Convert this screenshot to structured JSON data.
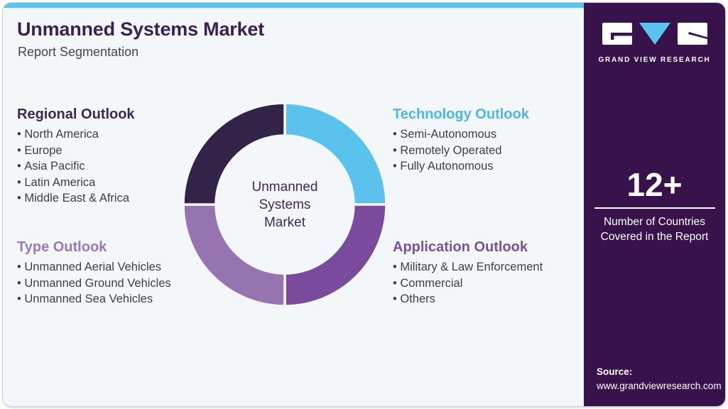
{
  "header": {
    "title": "Unmanned Systems Market",
    "subtitle": "Report Segmentation"
  },
  "sections": {
    "regional": {
      "title": "Regional Outlook",
      "color": "#3a2953",
      "items": [
        "North America",
        "Europe",
        "Asia Pacific",
        "Latin America",
        "Middle East & Africa"
      ]
    },
    "technology": {
      "title": "Technology Outlook",
      "color": "#4db5e8",
      "items": [
        "Semi-Autonomous",
        "Remotely Operated",
        "Fully Autonomous"
      ]
    },
    "type": {
      "title": "Type Outlook",
      "color": "#9d77ba",
      "items": [
        "Unmanned Aerial Vehicles",
        "Unmanned Ground Vehicles",
        "Unmanned Sea Vehicles"
      ]
    },
    "application": {
      "title": "Application Outlook",
      "color": "#7d4fa2",
      "items": [
        "Military & Law Enforcement",
        "Commercial",
        "Others"
      ]
    }
  },
  "chart_data": {
    "type": "pie",
    "subtype": "donut",
    "title": "",
    "legend_position": "none",
    "center_label_lines": [
      "Unmanned",
      "Systems",
      "Market"
    ],
    "segments": [
      {
        "name": "Technology Outlook",
        "value": 25,
        "start_deg": 0,
        "color": "#5bc2ee"
      },
      {
        "name": "Application Outlook",
        "value": 25,
        "start_deg": 90,
        "color": "#7a4a9d"
      },
      {
        "name": "Type Outlook",
        "value": 25,
        "start_deg": 180,
        "color": "#9674b2"
      },
      {
        "name": "Regional Outlook",
        "value": 25,
        "start_deg": 270,
        "color": "#332348"
      }
    ]
  },
  "sidebar": {
    "logo_name": "GRAND VIEW RESEARCH",
    "stat_value": "12+",
    "stat_label": "Number of Countries Covered in the Report",
    "source_label": "Source:",
    "source_url": "www.grandviewresearch.com",
    "bg_color": "#38134b",
    "logo_accent_color": "#5bc2ee"
  },
  "colors": {
    "card_background": "#f3f7fa",
    "top_accent_bar": "#60c2eb",
    "title_text": "#3b1f57",
    "body_text": "#3b3f46"
  }
}
